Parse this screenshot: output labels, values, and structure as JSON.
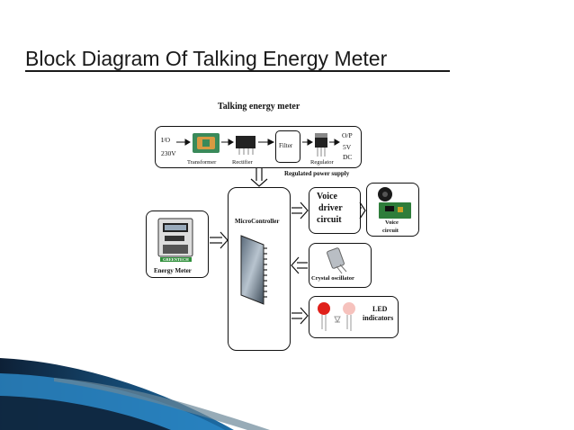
{
  "slide": {
    "title": "Block Diagram Of Talking Energy Meter"
  },
  "diagram": {
    "title": "Talking energy meter",
    "power_supply": {
      "input_label": "I/O",
      "input_voltage": "230V",
      "transformer": "Transformer",
      "rectifier": "Rectifier",
      "filter": "Filter",
      "regulator": "Regulator",
      "output_label": "O/P",
      "output_voltage": "5V",
      "output_type": "DC",
      "caption": "Regulated power supply"
    },
    "microcontroller": "MicroController",
    "energy_meter": {
      "label": "Energy Meter",
      "brand": "GREENTECH"
    },
    "voice_driver": {
      "line1": "Voice",
      "line2": "driver",
      "line3": "circuit"
    },
    "voice_circuit": {
      "line1": "Voice",
      "line2": "circuit"
    },
    "crystal": "Crystal oscillator",
    "led": {
      "line1": "LED",
      "line2": "indicators"
    }
  },
  "colors": {
    "accent_blue": "#2a86c4",
    "dark_navy": "#0d2036",
    "led_red": "#e0201a",
    "meter_green": "#2f8f3a"
  }
}
